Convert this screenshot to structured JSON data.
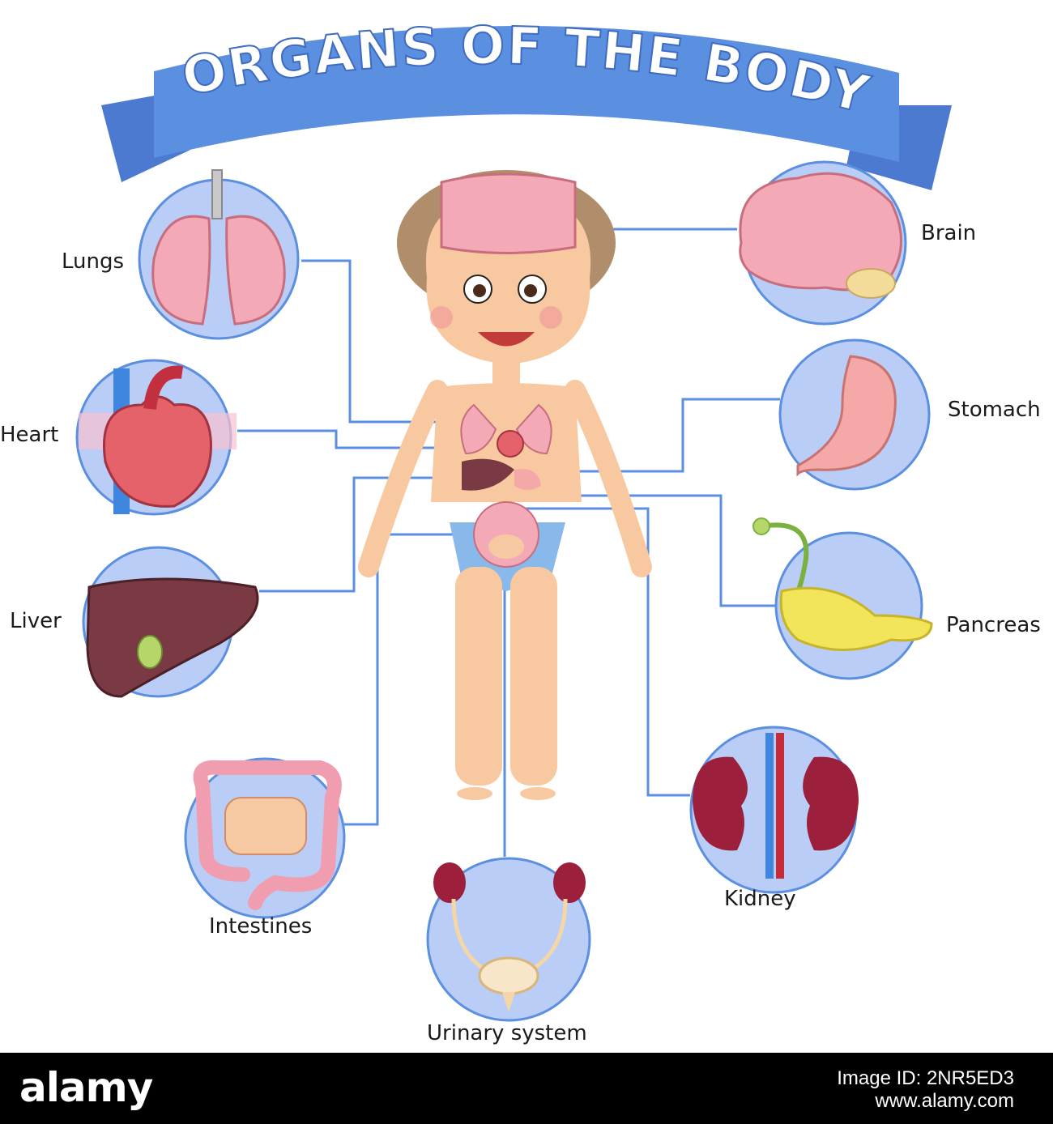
{
  "title": "ORGANS OF THE BODY",
  "labels": {
    "lungs": "Lungs",
    "heart": "Heart",
    "liver": "Liver",
    "intestines": "Intestines",
    "urinary": "Urinary system",
    "kidney": "Kidney",
    "pancreas": "Pancreas",
    "stomach": "Stomach",
    "brain": "Brain"
  },
  "footer": {
    "brand": "alamy",
    "image_id": "Image ID: 2NR5ED3",
    "site": "www.alamy.com"
  },
  "colors": {
    "banner": "#5b8fe0",
    "circle_fill": "#b9cdf6",
    "circle_stroke": "#5b8fe0",
    "connector": "#5b8fe0"
  }
}
